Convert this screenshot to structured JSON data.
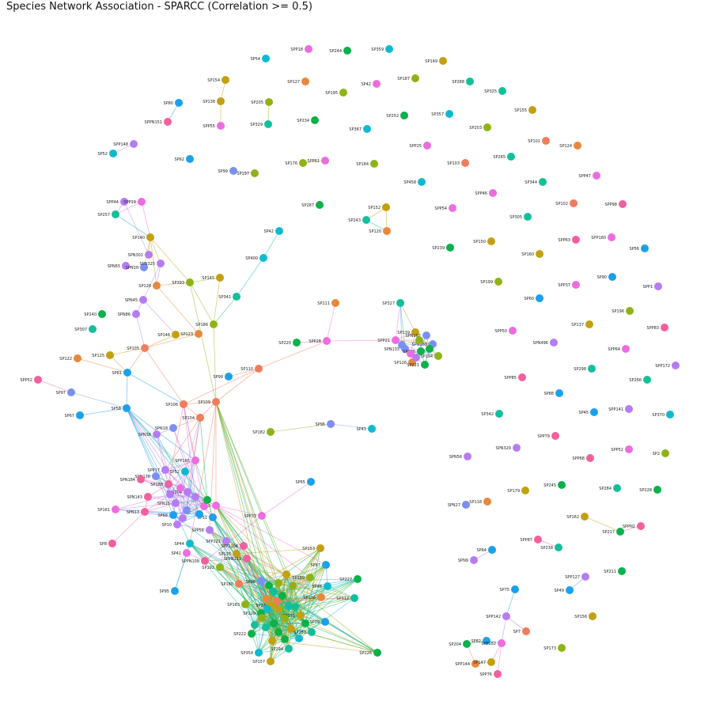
{
  "title": "Species Network Association - SPARCC (Correlation >= 0.5)",
  "palette": {
    "red": "#f07c5e",
    "orange": "#e8883c",
    "gold": "#c4a010",
    "olive": "#8fb316",
    "green": "#0bb14b",
    "teal": "#13bf9b",
    "cyan": "#0fbad0",
    "blue": "#1aa1ec",
    "periwinkle": "#7b8ff2",
    "violet": "#b57cf4",
    "magenta": "#ed6ce0",
    "pink": "#f2609e"
  },
  "nodes": [
    {
      "id": "SP54",
      "c": "cyan"
    },
    {
      "id": "SPP18",
      "c": "magenta"
    },
    {
      "id": "SP244",
      "c": "green"
    },
    {
      "id": "SP359",
      "c": "cyan"
    },
    {
      "id": "SP149",
      "c": "gold"
    },
    {
      "id": "SP154",
      "c": "gold"
    },
    {
      "id": "SP127",
      "c": "orange"
    },
    {
      "id": "SP195",
      "c": "olive"
    },
    {
      "id": "SP42",
      "c": "magenta"
    },
    {
      "id": "SP187",
      "c": "olive"
    },
    {
      "id": "SP288",
      "c": "teal"
    },
    {
      "id": "SP325",
      "c": "teal"
    },
    {
      "id": "SP80",
      "c": "blue"
    },
    {
      "id": "SP138",
      "c": "gold"
    },
    {
      "id": "SP205",
      "c": "olive"
    },
    {
      "id": "SP155",
      "c": "gold"
    },
    {
      "id": "SPPN151",
      "c": "pink"
    },
    {
      "id": "SPP55",
      "c": "magenta"
    },
    {
      "id": "SP329",
      "c": "teal"
    },
    {
      "id": "SP234",
      "c": "green"
    },
    {
      "id": "SP367",
      "c": "cyan"
    },
    {
      "id": "SP252",
      "c": "green"
    },
    {
      "id": "SP357",
      "c": "cyan"
    },
    {
      "id": "SP203",
      "c": "olive"
    },
    {
      "id": "SP101",
      "c": "red"
    },
    {
      "id": "SP124",
      "c": "orange"
    },
    {
      "id": "SPP148",
      "c": "violet"
    },
    {
      "id": "SP52",
      "c": "cyan"
    },
    {
      "id": "SPP25",
      "c": "magenta"
    },
    {
      "id": "SP62",
      "c": "blue"
    },
    {
      "id": "SP103",
      "c": "red"
    },
    {
      "id": "SP265",
      "c": "teal"
    },
    {
      "id": "SP99",
      "c": "periwinkle"
    },
    {
      "id": "SP197",
      "c": "olive"
    },
    {
      "id": "SP176",
      "c": "olive"
    },
    {
      "id": "SPP61",
      "c": "magenta"
    },
    {
      "id": "SP184",
      "c": "olive"
    },
    {
      "id": "SPP47",
      "c": "magenta"
    },
    {
      "id": "SP458",
      "c": "cyan"
    },
    {
      "id": "SP344",
      "c": "teal"
    },
    {
      "id": "SPP44",
      "c": "violet"
    },
    {
      "id": "SPP19",
      "c": "magenta"
    },
    {
      "id": "SPP46",
      "c": "magenta"
    },
    {
      "id": "SP257",
      "c": "teal"
    },
    {
      "id": "SP287",
      "c": "green"
    },
    {
      "id": "SP152",
      "c": "gold"
    },
    {
      "id": "SPP54",
      "c": "magenta"
    },
    {
      "id": "SP102",
      "c": "red"
    },
    {
      "id": "SPP98",
      "c": "pink"
    },
    {
      "id": "SP243",
      "c": "teal"
    },
    {
      "id": "SP305",
      "c": "teal"
    },
    {
      "id": "SP120",
      "c": "orange"
    },
    {
      "id": "SP140",
      "c": "gold"
    },
    {
      "id": "SP42",
      "c": "cyan",
      "id2": "SP42b"
    },
    {
      "id": "SP239",
      "c": "green"
    },
    {
      "id": "SP150",
      "c": "gold"
    },
    {
      "id": "SPP63",
      "c": "pink"
    },
    {
      "id": "SPP180",
      "c": "magenta"
    },
    {
      "id": "SP56",
      "c": "blue"
    },
    {
      "id": "SPN301",
      "c": "violet"
    },
    {
      "id": "SP400",
      "c": "cyan"
    },
    {
      "id": "SP160",
      "c": "gold"
    },
    {
      "id": "SPN65",
      "c": "violet"
    },
    {
      "id": "SPN10",
      "c": "periwinkle"
    },
    {
      "id": "SPN325",
      "c": "violet"
    },
    {
      "id": "SP145",
      "c": "gold"
    },
    {
      "id": "SP90",
      "c": "blue"
    },
    {
      "id": "SP199",
      "c": "olive"
    },
    {
      "id": "SPP1",
      "c": "violet"
    },
    {
      "id": "SP128",
      "c": "orange"
    },
    {
      "id": "SP393",
      "c": "olive"
    },
    {
      "id": "SPP37",
      "c": "magenta"
    },
    {
      "id": "SP341",
      "c": "teal"
    },
    {
      "id": "SPN45",
      "c": "violet"
    },
    {
      "id": "SP60",
      "c": "blue"
    },
    {
      "id": "SP111",
      "c": "orange"
    },
    {
      "id": "SP327",
      "c": "teal"
    },
    {
      "id": "SP196",
      "c": "olive"
    },
    {
      "id": "SP240",
      "c": "green"
    },
    {
      "id": "SPN86",
      "c": "violet"
    },
    {
      "id": "SP186",
      "c": "olive"
    },
    {
      "id": "SP137",
      "c": "gold"
    },
    {
      "id": "SPP83",
      "c": "pink"
    },
    {
      "id": "SP307",
      "c": "teal"
    },
    {
      "id": "SP146",
      "c": "gold"
    },
    {
      "id": "SP123",
      "c": "orange"
    },
    {
      "id": "SP139",
      "c": "gold"
    },
    {
      "id": "SPN102",
      "c": "periwinkle"
    },
    {
      "id": "SPP50",
      "c": "magenta"
    },
    {
      "id": "SP220",
      "c": "green"
    },
    {
      "id": "SPP28",
      "c": "magenta"
    },
    {
      "id": "SPP21",
      "c": "magenta"
    },
    {
      "id": "SPN203",
      "c": "periwinkle"
    },
    {
      "id": "SPN496",
      "c": "violet"
    },
    {
      "id": "SPP64",
      "c": "magenta"
    },
    {
      "id": "SP105",
      "c": "red"
    },
    {
      "id": "SPN133",
      "c": "periwinkle"
    },
    {
      "id": "SP135",
      "c": "green"
    },
    {
      "id": "SP194",
      "c": "olive"
    },
    {
      "id": "SP122",
      "c": "orange"
    },
    {
      "id": "SP125",
      "c": "gold"
    },
    {
      "id": "SP126",
      "c": "orange"
    },
    {
      "id": "SP221",
      "c": "green"
    },
    {
      "id": "SPP172",
      "c": "violet"
    },
    {
      "id": "SP298",
      "c": "teal"
    },
    {
      "id": "SP110",
      "c": "red"
    },
    {
      "id": "SP81",
      "c": "blue"
    },
    {
      "id": "SPP85",
      "c": "pink"
    },
    {
      "id": "SP266",
      "c": "teal"
    },
    {
      "id": "SPP52",
      "c": "pink"
    },
    {
      "id": "SP97",
      "c": "periwinkle"
    },
    {
      "id": "SP99",
      "c": "blue",
      "id2": "SP99b"
    },
    {
      "id": "SP106",
      "c": "red"
    },
    {
      "id": "SP109",
      "c": "red"
    },
    {
      "id": "SP88",
      "c": "blue"
    },
    {
      "id": "SP58",
      "c": "blue"
    },
    {
      "id": "SP67",
      "c": "blue"
    },
    {
      "id": "SP104",
      "c": "red"
    },
    {
      "id": "SP45",
      "c": "blue"
    },
    {
      "id": "SPP141",
      "c": "violet"
    },
    {
      "id": "SP342",
      "c": "teal"
    },
    {
      "id": "SP370",
      "c": "cyan"
    },
    {
      "id": "SPN18",
      "c": "periwinkle"
    },
    {
      "id": "SP96",
      "c": "periwinkle"
    },
    {
      "id": "SP43",
      "c": "cyan"
    },
    {
      "id": "SPN36",
      "c": "violet"
    },
    {
      "id": "SP182",
      "c": "olive"
    },
    {
      "id": "SPP79",
      "c": "pink"
    },
    {
      "id": "SPN329",
      "c": "violet"
    },
    {
      "id": "SPP52",
      "c": "magenta",
      "id2": "SPP52b"
    },
    {
      "id": "SP2",
      "c": "olive"
    },
    {
      "id": "SPP165",
      "c": "magenta"
    },
    {
      "id": "SPN56",
      "c": "violet"
    },
    {
      "id": "SPP68",
      "c": "pink"
    },
    {
      "id": "SPP17",
      "c": "violet"
    },
    {
      "id": "SP52",
      "c": "cyan",
      "id2": "SP52b"
    },
    {
      "id": "SPN178",
      "c": "periwinkle"
    },
    {
      "id": "SPN184",
      "c": "pink"
    },
    {
      "id": "SP188",
      "c": "pink"
    },
    {
      "id": "SP65",
      "c": "blue"
    },
    {
      "id": "SP245",
      "c": "green"
    },
    {
      "id": "SP284",
      "c": "teal"
    },
    {
      "id": "SP228",
      "c": "green"
    },
    {
      "id": "SPN204",
      "c": "violet"
    },
    {
      "id": "SPN143",
      "c": "pink"
    },
    {
      "id": "SP179",
      "c": "gold"
    },
    {
      "id": "SP118",
      "c": "orange"
    },
    {
      "id": "SPN27",
      "c": "periwinkle"
    },
    {
      "id": "SP161",
      "c": "magenta"
    },
    {
      "id": "SPN13",
      "c": "pink"
    },
    {
      "id": "SPN15",
      "c": "violet"
    },
    {
      "id": "SP23",
      "c": "magenta"
    },
    {
      "id": "SP162",
      "c": "gold"
    },
    {
      "id": "SPPN2",
      "c": "pink"
    },
    {
      "id": "SP217",
      "c": "green"
    },
    {
      "id": "SP68",
      "c": "blue"
    },
    {
      "id": "SP51",
      "c": "blue"
    },
    {
      "id": "SP10",
      "c": "violet"
    },
    {
      "id": "SPP33",
      "c": "magenta"
    },
    {
      "id": "SPP56",
      "c": "violet"
    },
    {
      "id": "SPP87",
      "c": "pink"
    },
    {
      "id": "SPP121",
      "c": "violet"
    },
    {
      "id": "SP238",
      "c": "teal"
    },
    {
      "id": "SP8",
      "c": "pink"
    },
    {
      "id": "SP44",
      "c": "cyan"
    },
    {
      "id": "SPP1104",
      "c": "pink"
    },
    {
      "id": "SP153",
      "c": "gold"
    },
    {
      "id": "SP64",
      "c": "blue"
    },
    {
      "id": "SP41",
      "c": "magenta"
    },
    {
      "id": "SP135",
      "c": "gold",
      "id2": "SP135b"
    },
    {
      "id": "SPN9",
      "c": "violet"
    },
    {
      "id": "SPPN109",
      "c": "pink"
    },
    {
      "id": "SPPN111",
      "c": "pink"
    },
    {
      "id": "SP192",
      "c": "olive"
    },
    {
      "id": "SP87",
      "c": "blue"
    },
    {
      "id": "SPP127",
      "c": "violet"
    },
    {
      "id": "SP211",
      "c": "green"
    },
    {
      "id": "SP227",
      "c": "green"
    },
    {
      "id": "SP189",
      "c": "olive"
    },
    {
      "id": "SP180",
      "c": "red"
    },
    {
      "id": "SP98",
      "c": "periwinkle"
    },
    {
      "id": "SP95",
      "c": "blue"
    },
    {
      "id": "SP48",
      "c": "cyan"
    },
    {
      "id": "SP75",
      "c": "blue"
    },
    {
      "id": "SP49",
      "c": "blue"
    },
    {
      "id": "SP136",
      "c": "orange"
    },
    {
      "id": "SP312",
      "c": "teal"
    },
    {
      "id": "SP183",
      "c": "olive"
    },
    {
      "id": "SP13",
      "c": "gold"
    },
    {
      "id": "SPP142",
      "c": "violet"
    },
    {
      "id": "SP156",
      "c": "gold"
    },
    {
      "id": "SP229",
      "c": "green"
    },
    {
      "id": "SP131",
      "c": "gold"
    },
    {
      "id": "SP7",
      "c": "red"
    },
    {
      "id": "SP79",
      "c": "blue"
    },
    {
      "id": "SP222",
      "c": "green"
    },
    {
      "id": "SP253",
      "c": "teal"
    },
    {
      "id": "SP204",
      "c": "green"
    },
    {
      "id": "SP82",
      "c": "blue"
    },
    {
      "id": "SPP182",
      "c": "magenta"
    },
    {
      "id": "SP173",
      "c": "olive"
    },
    {
      "id": "SP226",
      "c": "green"
    },
    {
      "id": "SP354",
      "c": "cyan"
    },
    {
      "id": "SP294",
      "c": "teal"
    },
    {
      "id": "SP157",
      "c": "gold"
    },
    {
      "id": "SPP144",
      "c": "orange"
    },
    {
      "id": "SP147",
      "c": "gold"
    },
    {
      "id": "SPP76",
      "c": "pink"
    }
  ]
}
